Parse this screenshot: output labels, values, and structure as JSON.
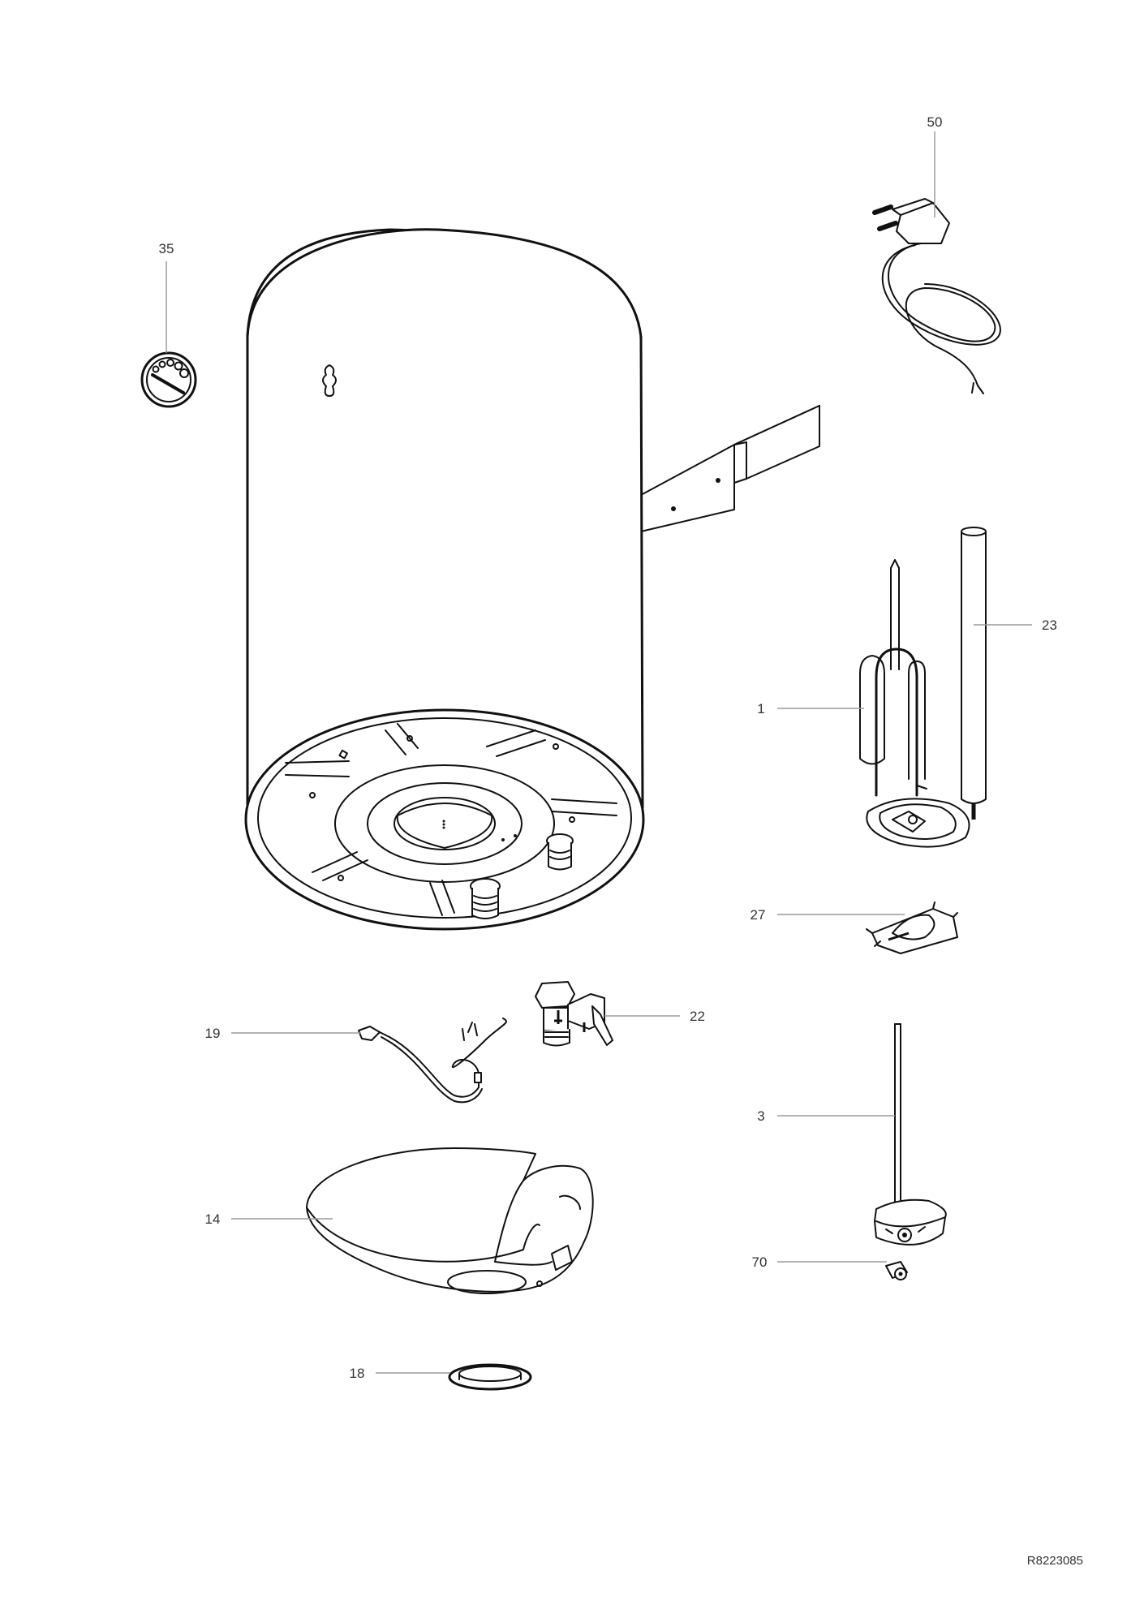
{
  "document_code": "R8223085",
  "parts": [
    {
      "id": "p1",
      "label": "1"
    },
    {
      "id": "p3",
      "label": "3"
    },
    {
      "id": "p14",
      "label": "14"
    },
    {
      "id": "p18",
      "label": "18"
    },
    {
      "id": "p19",
      "label": "19"
    },
    {
      "id": "p22",
      "label": "22"
    },
    {
      "id": "p23",
      "label": "23"
    },
    {
      "id": "p27",
      "label": "27"
    },
    {
      "id": "p35",
      "label": "35"
    },
    {
      "id": "p50",
      "label": "50"
    },
    {
      "id": "p70",
      "label": "70"
    }
  ]
}
